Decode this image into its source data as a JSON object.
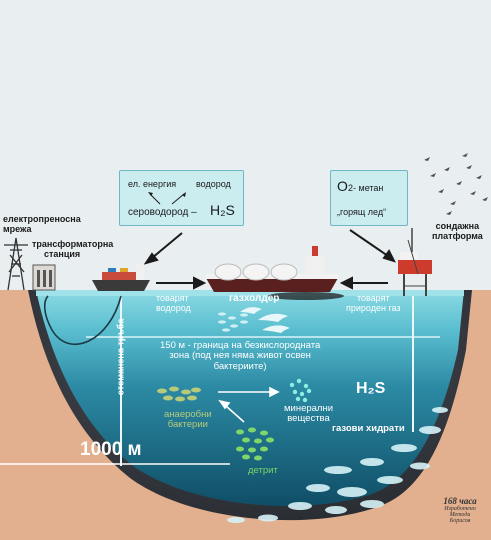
{
  "labels": {
    "power_grid": [
      "електропреносна",
      "мрежа"
    ],
    "transformer_station": [
      "трансформаторна",
      "станция"
    ],
    "drilling_platform": [
      "сондажна",
      "платформа"
    ],
    "pipe": "стоманена тръба",
    "load_hydrogen": [
      "товарят",
      "водород"
    ],
    "gasholder": "газхолдер",
    "load_natural_gas": [
      "товарят",
      "природен газ"
    ],
    "anoxic_border": [
      "150 м - граница на безкислородната",
      "зона (под нея няма живот освен",
      "бактериите)"
    ],
    "h2s": "H₂S",
    "anaerobic_bacteria": [
      "анаеробни",
      "бактерии"
    ],
    "minerals": [
      "минерални",
      "вещества"
    ],
    "detritus": "детрит",
    "gas_hydrates": "газови хидрати",
    "depth": "1000 м"
  },
  "box_left": {
    "electric": "ел. енергия",
    "hydrogen": "водород",
    "sulfide": "сероводород –",
    "formula": "H₂S"
  },
  "box_right": {
    "o2": "O",
    "o2_rest": "2- метан",
    "ice": "„горящ лед“"
  },
  "credit": {
    "brand": "168 часа",
    "lines": [
      "Изработено",
      "Методи",
      "Борисов"
    ]
  },
  "colors": {
    "sky": "#e9eef0",
    "sea_surface": "#7fd3df",
    "deep_sea": "#1f6c86",
    "seabed": "#3a3e44",
    "land": "#e2b08e",
    "box": "#c8ecf0"
  }
}
